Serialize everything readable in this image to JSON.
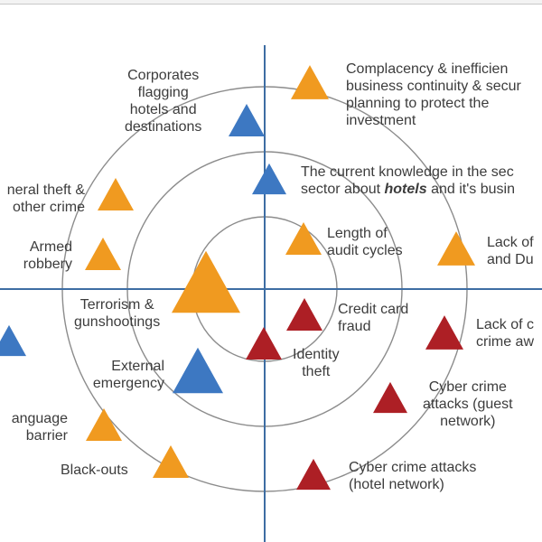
{
  "diagram": {
    "colors": {
      "orange": "#F09A20",
      "blue": "#3D78C2",
      "red": "#AD1F25",
      "ring": "#8c8c8c",
      "axis": "#3d6da3"
    },
    "labels": [
      {
        "id": "corporates",
        "lines": [
          "Corporates",
          "flagging",
          "hotels and",
          "destinations"
        ]
      },
      {
        "id": "complacency",
        "lines": [
          "Complacency & inefficien",
          "business continuity & secur",
          "planning to protect the",
          "investment"
        ]
      },
      {
        "id": "knowledge",
        "lines": [
          "The current knowledge in the sec"
        ],
        "line2": {
          "pre": "sector about ",
          "em": "hotels",
          "post": " and it's busin"
        }
      },
      {
        "id": "general-theft",
        "lines": [
          "neral theft &",
          "other crime"
        ]
      },
      {
        "id": "armed-robbery",
        "lines": [
          "Armed",
          "robbery"
        ]
      },
      {
        "id": "audit-cycles",
        "lines": [
          "Length of",
          "audit cycles"
        ]
      },
      {
        "id": "lack-of-dd",
        "lines": [
          "Lack of",
          "and Du"
        ]
      },
      {
        "id": "terrorism",
        "lines": [
          "Terrorism &",
          "gunshootings"
        ]
      },
      {
        "id": "credit-card",
        "lines": [
          "Credit card",
          "fraud"
        ]
      },
      {
        "id": "lack-crime",
        "lines": [
          "Lack of c",
          "crime aw"
        ]
      },
      {
        "id": "identity-theft",
        "lines": [
          "Identity",
          "theft"
        ]
      },
      {
        "id": "external-emergency",
        "lines": [
          "External",
          "emergency"
        ]
      },
      {
        "id": "cyber-guest",
        "lines": [
          "Cyber crime",
          "attacks (guest",
          "network)"
        ]
      },
      {
        "id": "language",
        "lines": [
          "anguage",
          "barrier"
        ]
      },
      {
        "id": "blackouts",
        "lines": [
          "Black-outs"
        ]
      },
      {
        "id": "cyber-hotel",
        "lines": [
          "Cyber crime attacks",
          "(hotel network)"
        ]
      }
    ],
    "markers": [
      {
        "id": "corporates",
        "color": "blue"
      },
      {
        "id": "complacency",
        "color": "orange"
      },
      {
        "id": "knowledge",
        "color": "blue"
      },
      {
        "id": "general-theft",
        "color": "orange"
      },
      {
        "id": "armed-robbery",
        "color": "orange"
      },
      {
        "id": "audit-cycles",
        "color": "orange"
      },
      {
        "id": "lack-of-dd",
        "color": "orange"
      },
      {
        "id": "terrorism",
        "color": "orange"
      },
      {
        "id": "left-unlabeled",
        "color": "blue"
      },
      {
        "id": "credit-card",
        "color": "red"
      },
      {
        "id": "lack-crime",
        "color": "red"
      },
      {
        "id": "identity-theft",
        "color": "red"
      },
      {
        "id": "external-emergency",
        "color": "blue"
      },
      {
        "id": "cyber-guest",
        "color": "red"
      },
      {
        "id": "language",
        "color": "orange"
      },
      {
        "id": "blackouts",
        "color": "orange"
      },
      {
        "id": "cyber-hotel",
        "color": "red"
      }
    ]
  }
}
